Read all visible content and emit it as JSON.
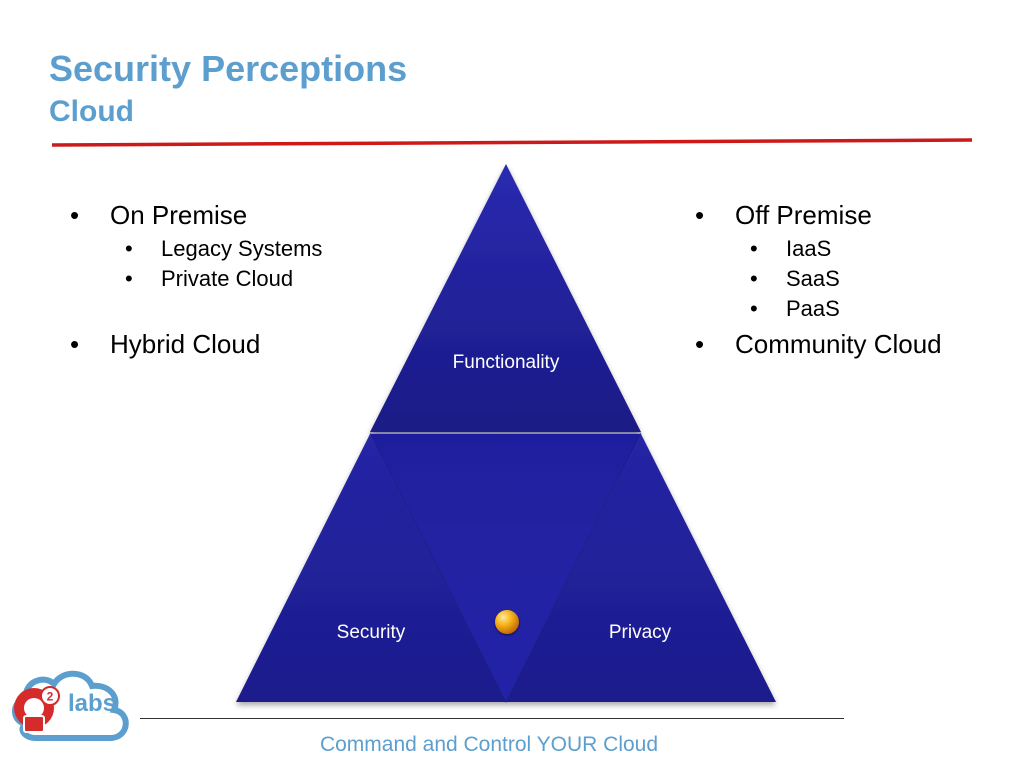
{
  "slide": {
    "title": "Security Perceptions",
    "subtitle": "Cloud",
    "accent_color": "#5c9fcf",
    "rule_color": "#cc1a1a"
  },
  "left_column": {
    "items": [
      {
        "label": "On Premise",
        "children": [
          "Legacy Systems",
          "Private Cloud"
        ]
      },
      {
        "label": "Hybrid Cloud",
        "children": []
      }
    ]
  },
  "right_column": {
    "items": [
      {
        "label": "Off Premise",
        "children": [
          "IaaS",
          "SaaS",
          "PaaS"
        ]
      },
      {
        "label": "Community Cloud",
        "children": []
      }
    ]
  },
  "pyramid": {
    "top_label": "Functionality",
    "left_label": "Security",
    "right_label": "Privacy",
    "fill_color": "#22229a"
  },
  "logo": {
    "icon": "cloud-lock-logo-icon",
    "badge": "2",
    "text": "labs"
  },
  "footer": {
    "tagline": "Command and Control YOUR Cloud"
  }
}
